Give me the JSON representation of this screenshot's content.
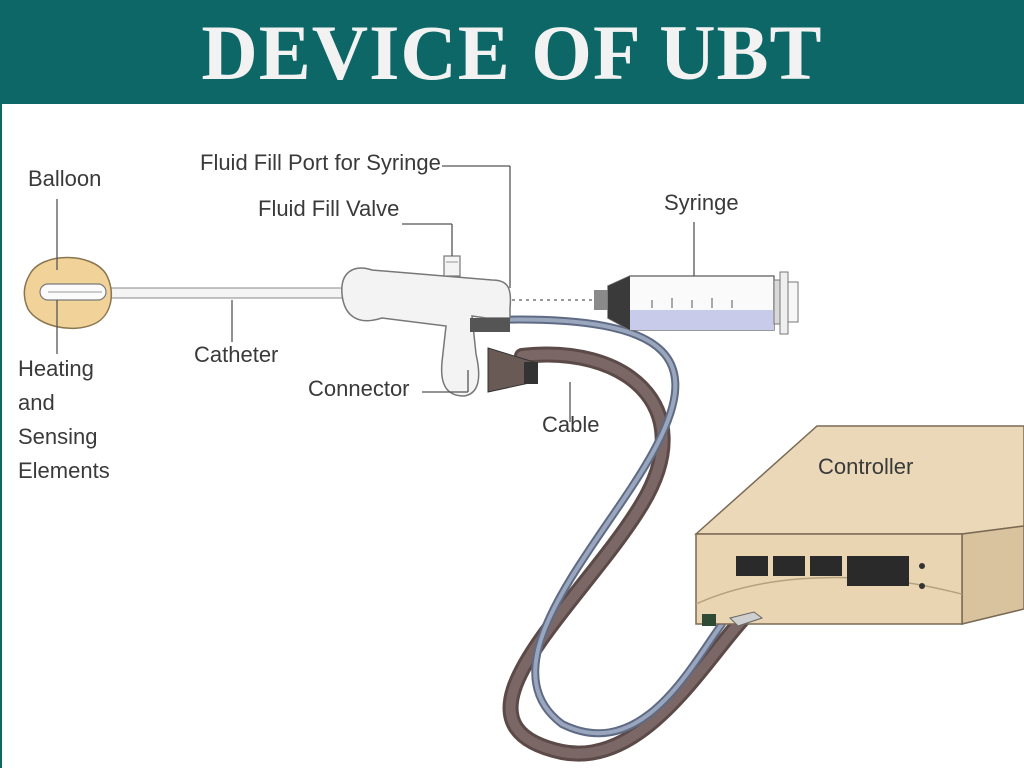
{
  "slide": {
    "title": "DEVICE OF UBT"
  },
  "diagram": {
    "labels": {
      "balloon": "Balloon",
      "fluid_fill_port": "Fluid Fill Port for Syringe",
      "fluid_fill_valve": "Fluid Fill Valve",
      "syringe": "Syringe",
      "catheter": "Catheter",
      "heating_elements": "Heating\nand\nSensing\nElements",
      "connector": "Connector",
      "cable": "Cable",
      "controller": "Controller"
    }
  },
  "colors": {
    "header": "#0e6767",
    "title_text": "#f2f2f2",
    "balloon": "#f1d39a",
    "controller": "#e8d6b4",
    "cable_dark": "#6e5c5a",
    "cable_light": "#7f8ba2",
    "syringe_fluid": "#c9cbea"
  }
}
